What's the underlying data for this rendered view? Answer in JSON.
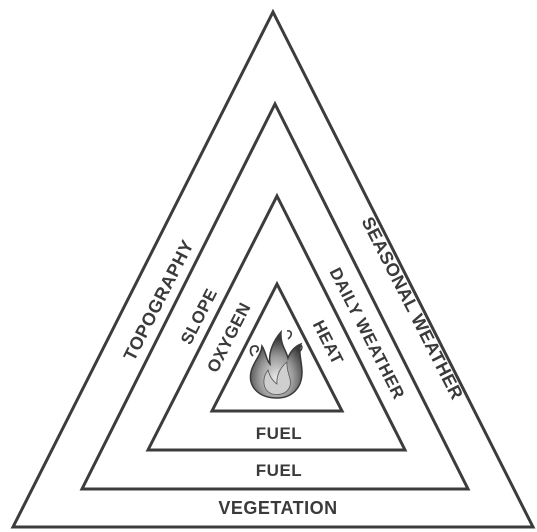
{
  "diagram": {
    "outer": {
      "left": "TOPOGRAPHY",
      "right": "SEASONAL WEATHER",
      "bottom": "VEGETATION"
    },
    "middle": {
      "left": "SLOPE",
      "right": "DAILY WEATHER",
      "bottom": "FUEL"
    },
    "inner": {
      "left": "OXYGEN",
      "right": "HEAT",
      "bottom": "FUEL"
    },
    "center_icon": "flame-icon"
  }
}
